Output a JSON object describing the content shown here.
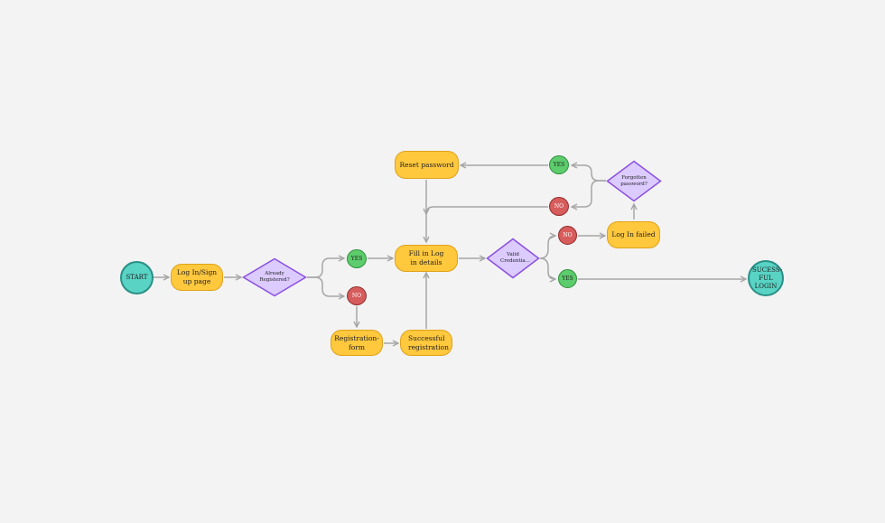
{
  "colors": {
    "canvas": "#f3f3f3",
    "process_fill": "#ffc83d",
    "decision_fill": "#dccbff",
    "decision_border": "#8a4fe0",
    "terminal_fill": "#58d3c4",
    "yes_fill": "#5ccc6c",
    "no_fill": "#d75c5c",
    "connector": "#a6a6a6"
  },
  "nodes": {
    "start": "START",
    "login_signup_page": "Log In/Sign up page",
    "already_registered": "Already Registered?",
    "yes_registered": "YES",
    "no_registered": "NO",
    "registration_form": "Registration- form",
    "successful_registration": "Successful registration",
    "fill_login_details": "Fill in Log in details",
    "valid_credentials": "Valid Credentia...",
    "no_valid": "NO",
    "yes_valid": "YES",
    "login_failed": "Log In failed",
    "forgotten_password": "Forgotten password?",
    "yes_forgotten": "YES",
    "no_forgotten": "NO",
    "reset_password": "Reset password",
    "successful_login": "SUCESS- FUL LOGIN"
  }
}
